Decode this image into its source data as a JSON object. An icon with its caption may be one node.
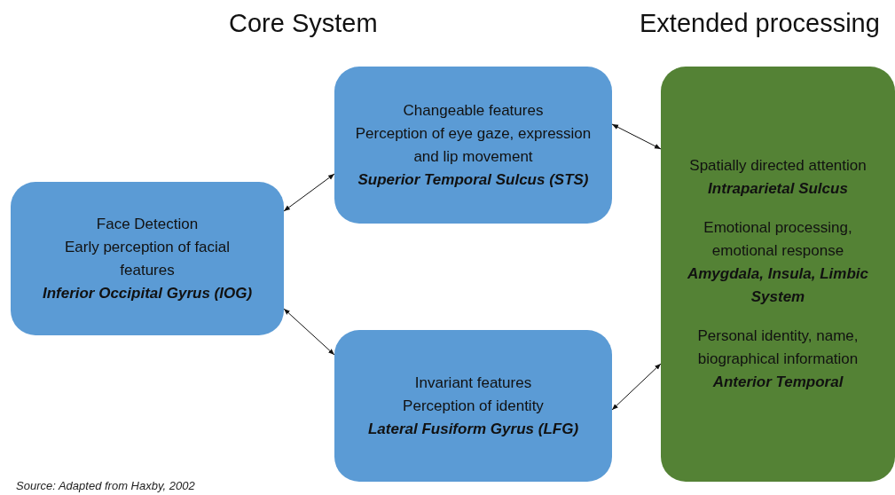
{
  "diagram": {
    "caption": "Source: Adapted from Haxby, 2002",
    "nodes": [
      {
        "text": [
          "Face Detection",
          "Early perception of facial features",
          "Inferior Occipital Gyrus (IOG)"
        ]
      },
      {
        "text": [
          "Changeable features",
          "Perception of eye gaze, expression and lip movement",
          "Superior Temporal Sulcus (STS)"
        ]
      },
      {
        "text": [
          "Invariant features",
          "Perception of identity",
          "Lateral Fusiform Gyrus (LFG)"
        ]
      },
      {
        "text": [
          "Spatially directed attention",
          "Intraparietal Sulcus",
          "Emotional processing, emotional response",
          "Amygdala, Insula, Limbic System",
          "Personal identity, name, biographical information",
          "Anterior Temporal"
        ]
      }
    ],
    "edges": [
      {
        "from": 0,
        "to": 1,
        "arrow": "both"
      },
      {
        "from": 0,
        "to": 2,
        "arrow": "both"
      },
      {
        "from": 1,
        "to": 3,
        "arrow": "both"
      },
      {
        "from": 2,
        "to": 3,
        "arrow": "both"
      }
    ],
    "labels": [
      "Core System",
      "Extended processing"
    ]
  }
}
